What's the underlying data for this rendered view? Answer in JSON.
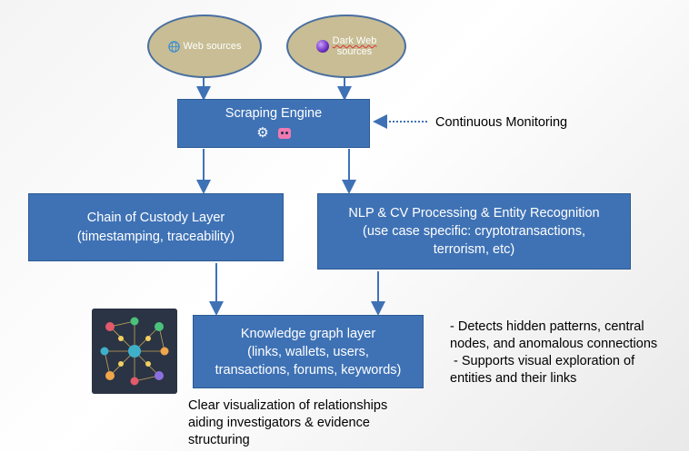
{
  "sources": {
    "web_label": "Web sources",
    "dark_web_label_1": "Dark Web",
    "dark_web_label_2": "sources"
  },
  "scraping": {
    "title": "Scraping Engine",
    "icons": [
      "gear-icon",
      "robot-icon"
    ]
  },
  "monitoring": "Continuous Monitoring",
  "custody": {
    "line1": "Chain of Custody Layer",
    "line2": "(timestamping, traceability)"
  },
  "nlp": {
    "line1": "NLP & CV Processing & Entity Recognition",
    "line2": "(use case specific: cryptotransactions,",
    "line3": "terrorism, etc)"
  },
  "kg": {
    "line1": "Knowledge graph layer",
    "line2": "(links, wallets, users,",
    "line3": "transactions, forums, keywords)",
    "thumbnail": "network-graph-image"
  },
  "notes": {
    "left_line1": "Clear visualization of relationships",
    "left_line2": "aiding investigators & evidence",
    "left_line3": "structuring",
    "right_line1": "- Detects hidden patterns, central",
    "right_line2": "nodes, and anomalous connections",
    "right_line3": " - Supports visual exploration of",
    "right_line4": "entities and their links"
  },
  "colors": {
    "box_fill": "#3f72b5",
    "ellipse_fill": "#c8bd94",
    "arrow": "#3f72b5"
  }
}
